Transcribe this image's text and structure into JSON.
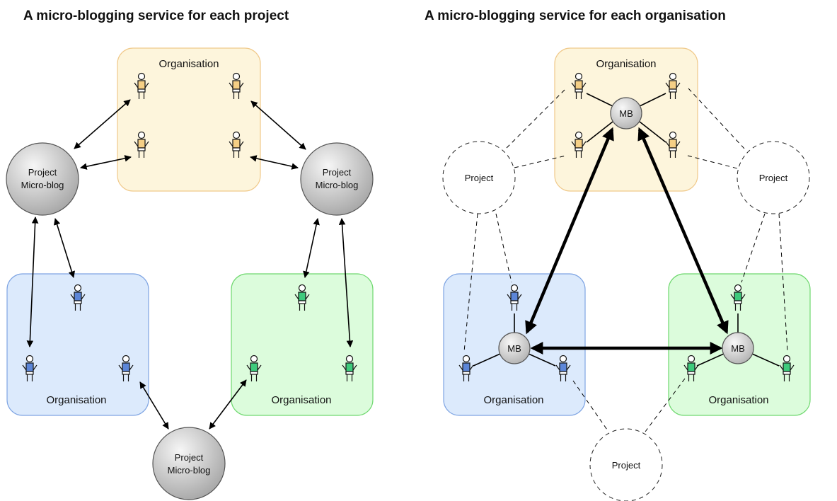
{
  "left": {
    "title": "A micro-blogging service for each project",
    "org_label": "Organisation",
    "blog_line1": "Project",
    "blog_line2": "Micro-blog"
  },
  "right": {
    "title": "A micro-blogging service for each organisation",
    "org_label": "Organisation",
    "hub_label": "MB",
    "project_label": "Project"
  },
  "colors": {
    "org_orange_fill": "#fdf5dc",
    "org_orange_stroke": "#f0c98a",
    "org_blue_fill": "#dceafc",
    "org_blue_stroke": "#7fa5e3",
    "org_green_fill": "#dcfcdc",
    "org_green_stroke": "#6fd86f",
    "person_orange": "#f5cf85",
    "person_blue": "#5c86d8",
    "person_green": "#3ecb7c"
  }
}
